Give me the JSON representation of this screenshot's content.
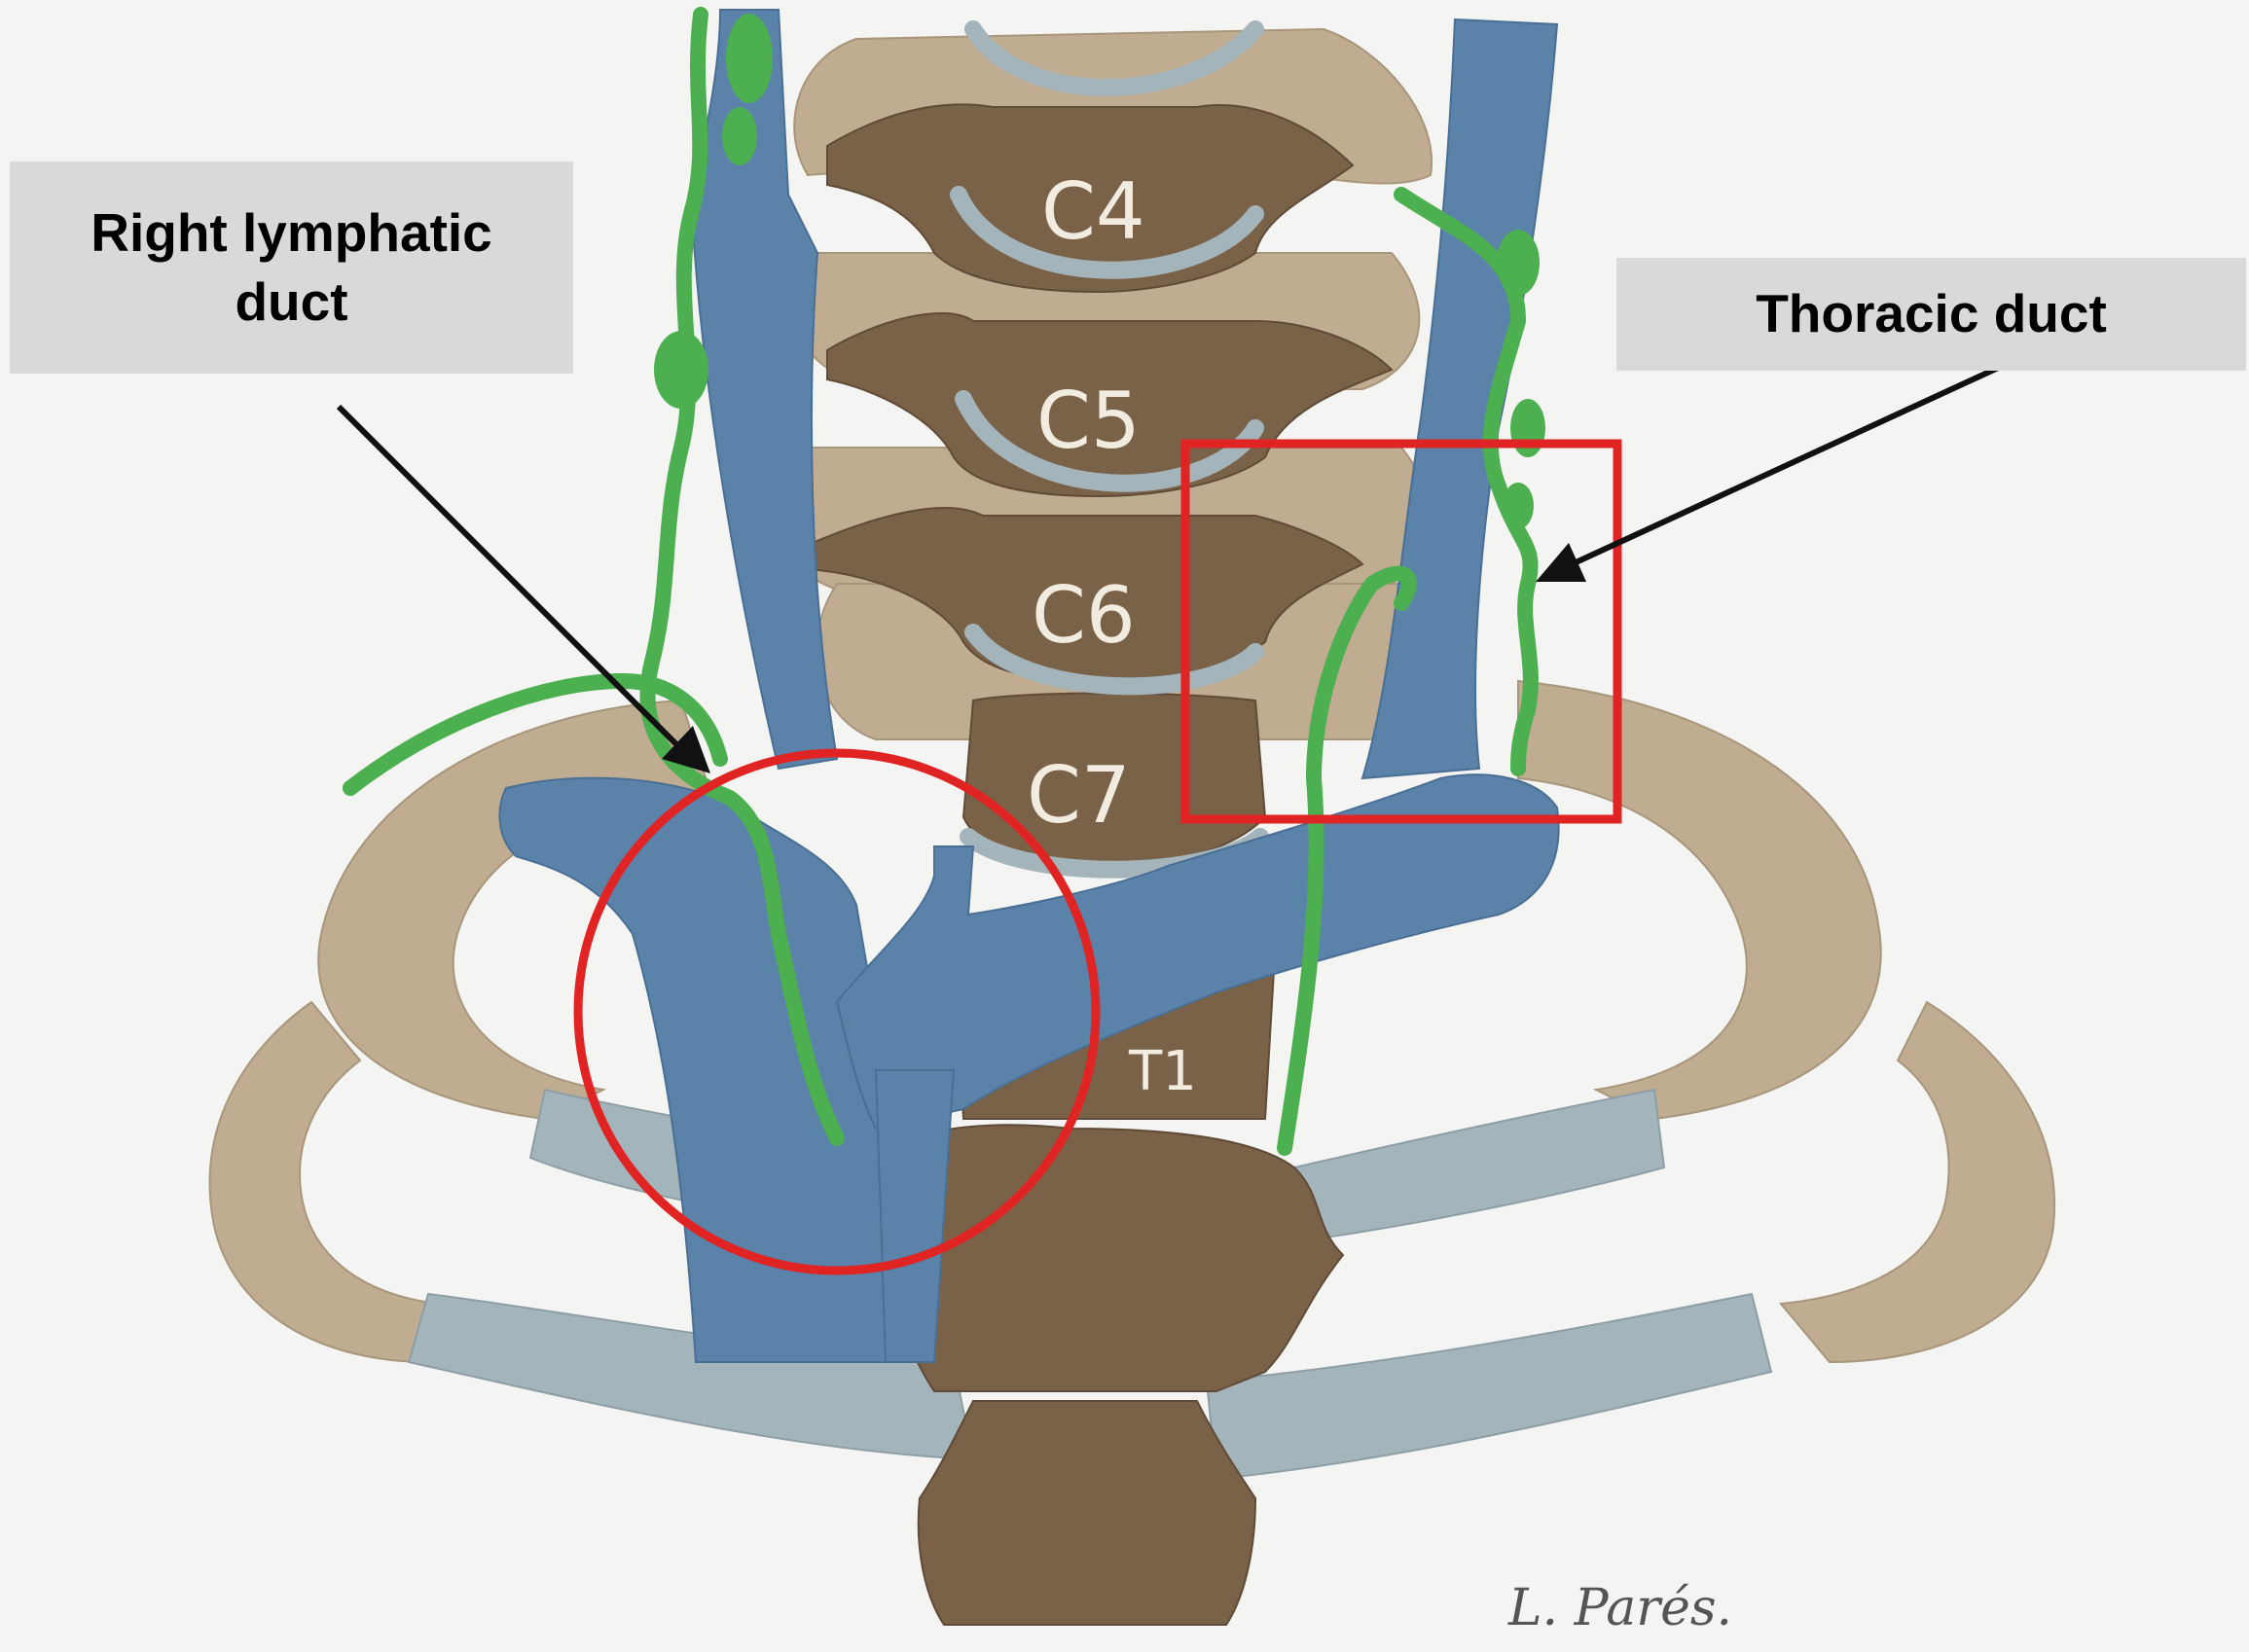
{
  "labels": {
    "right_lymphatic_duct": "Right lymphatic\nduct",
    "thoracic_duct": "Thoracic duct"
  },
  "vertebrae": {
    "c4": "C4",
    "c5": "C5",
    "c6": "C6",
    "c7": "C7",
    "t1": "T1"
  },
  "signature": "L. Parés.",
  "colors": {
    "background": "#f4f4f2",
    "vein_blue": "#5b82a9",
    "lymph_green": "#4caf50",
    "bone_light": "#bfac91",
    "bone_dark": "#7a6249",
    "cartilage": "#a4b4bb",
    "highlight_red": "#e02424"
  }
}
